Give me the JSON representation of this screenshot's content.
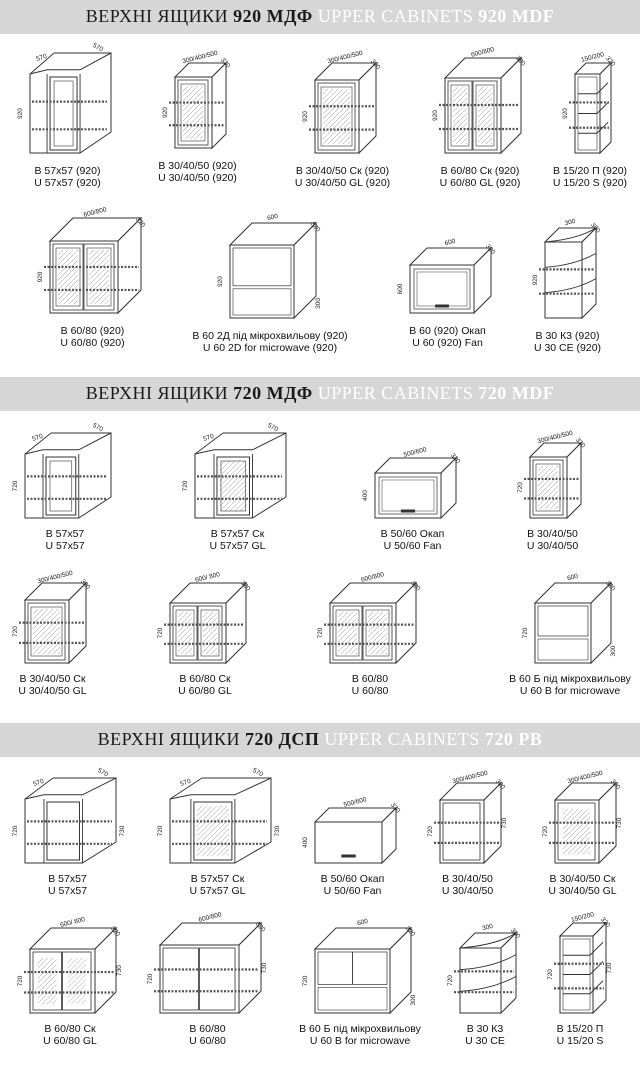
{
  "sections": [
    {
      "title_ua_pre": "ВЕРХНІ ЯЩИКИ ",
      "title_ua_bold": "920 МДФ",
      "title_en_pre": " UPPER CABINETS ",
      "title_en_bold": "920 MDF",
      "items": [
        {
          "line1": "В 57х57 (920)",
          "line2": "U 57x57 (920)",
          "dims": [
            "570",
            "570",
            "920"
          ]
        },
        {
          "line1": "В 30/40/50 (920)",
          "line2": "U 30/40/50 (920)",
          "dims": [
            "300/400/500",
            "320",
            "920"
          ]
        },
        {
          "line1": "В 30/40/50 Ск (920)",
          "line2": "U 30/40/50 GL (920)",
          "dims": [
            "300/400/500",
            "320",
            "920"
          ]
        },
        {
          "line1": "В 60/80 Ск (920)",
          "line2": "U 60/80 GL (920)",
          "dims": [
            "600/800",
            "320",
            "920"
          ]
        },
        {
          "line1": "В 15/20 П (920)",
          "line2": "U 15/20 S (920)",
          "dims": [
            "150/200",
            "320",
            "920"
          ]
        },
        {
          "line1": "В 60/80 (920)",
          "line2": "U 60/80 (920)",
          "dims": [
            "600/800",
            "320",
            "920"
          ]
        },
        {
          "line1": "В 60 2Д під мікрохвильову (920)",
          "line2": "U 60 2D for microwave (920)",
          "dims": [
            "600",
            "320",
            "920",
            "300"
          ]
        },
        {
          "line1": "В 60 (920) Окап",
          "line2": "U 60 (920) Fan",
          "dims": [
            "600",
            "320",
            "600"
          ]
        },
        {
          "line1": "В 30 К3 (920)",
          "line2": "U 30 CE (920)",
          "dims": [
            "300",
            "300",
            "920"
          ]
        }
      ]
    },
    {
      "title_ua_pre": "ВЕРХНІ ЯЩИКИ ",
      "title_ua_bold": "720 МДФ",
      "title_en_pre": " UPPER CABINETS ",
      "title_en_bold": "720 MDF",
      "items": [
        {
          "line1": "В 57х57",
          "line2": "U 57x57",
          "dims": [
            "570",
            "570",
            "720"
          ]
        },
        {
          "line1": "В 57х57 Ск",
          "line2": "U 57x57 GL",
          "dims": [
            "570",
            "570",
            "720"
          ]
        },
        {
          "line1": "В 50/60 Окап",
          "line2": "U 50/60 Fan",
          "dims": [
            "500/600",
            "320",
            "400"
          ]
        },
        {
          "line1": "В 30/40/50",
          "line2": "U 30/40/50",
          "dims": [
            "300/400/500",
            "320",
            "720"
          ]
        },
        {
          "line1": "В 30/40/50 Ск",
          "line2": "U 30/40/50 GL",
          "dims": [
            "300/400/500",
            "320",
            "720"
          ]
        },
        {
          "line1": "В 60/80 Ск",
          "line2": "U 60/80 GL",
          "dims": [
            "600/ 800",
            "320",
            "720"
          ]
        },
        {
          "line1": "В 60/80",
          "line2": "U 60/80",
          "dims": [
            "600/800",
            "320",
            "720"
          ]
        },
        {
          "line1": "В 60 Б під мікрохвильову",
          "line2": "U 60 B for microwave",
          "dims": [
            "600",
            "320",
            "720",
            "300"
          ]
        }
      ]
    },
    {
      "title_ua_pre": "ВЕРХНІ ЯЩИКИ ",
      "title_ua_bold": "720 ДСП",
      "title_en_pre": " UPPER CABINETS ",
      "title_en_bold": "720 PB",
      "items": [
        {
          "line1": "В 57х57",
          "line2": "U 57x57",
          "dims": [
            "570",
            "570",
            "720",
            "730"
          ]
        },
        {
          "line1": "В 57х57 Ск",
          "line2": "U 57x57 GL",
          "dims": [
            "570",
            "570",
            "720",
            "730"
          ]
        },
        {
          "line1": "В 50/60 Окап",
          "line2": "U 50/60 Fan",
          "dims": [
            "500/600",
            "320",
            "400"
          ]
        },
        {
          "line1": "В 30/40/50",
          "line2": "U 30/40/50",
          "dims": [
            "300/400/500",
            "320",
            "720",
            "730"
          ]
        },
        {
          "line1": "В 30/40/50 Ск",
          "line2": "U 30/40/50 GL",
          "dims": [
            "300/400/500",
            "320",
            "720",
            "730"
          ]
        },
        {
          "line1": "В 60/80 Ск",
          "line2": "U 60/80 GL",
          "dims": [
            "600/ 800",
            "320",
            "720",
            "730"
          ]
        },
        {
          "line1": "В 60/80",
          "line2": "U 60/80",
          "dims": [
            "600/800",
            "320",
            "720",
            "730"
          ]
        },
        {
          "line1": "В 60 Б під мікрохвильову",
          "line2": "U 60 B for microwave",
          "dims": [
            "600",
            "320",
            "720",
            "300"
          ]
        },
        {
          "line1": "В 30 К3",
          "line2": "U 30 CE",
          "dims": [
            "300",
            "300",
            "720"
          ]
        },
        {
          "line1": "В 15/20 П",
          "line2": "U 15/20 S",
          "dims": [
            "150/200",
            "320",
            "720",
            "730"
          ]
        }
      ]
    }
  ]
}
